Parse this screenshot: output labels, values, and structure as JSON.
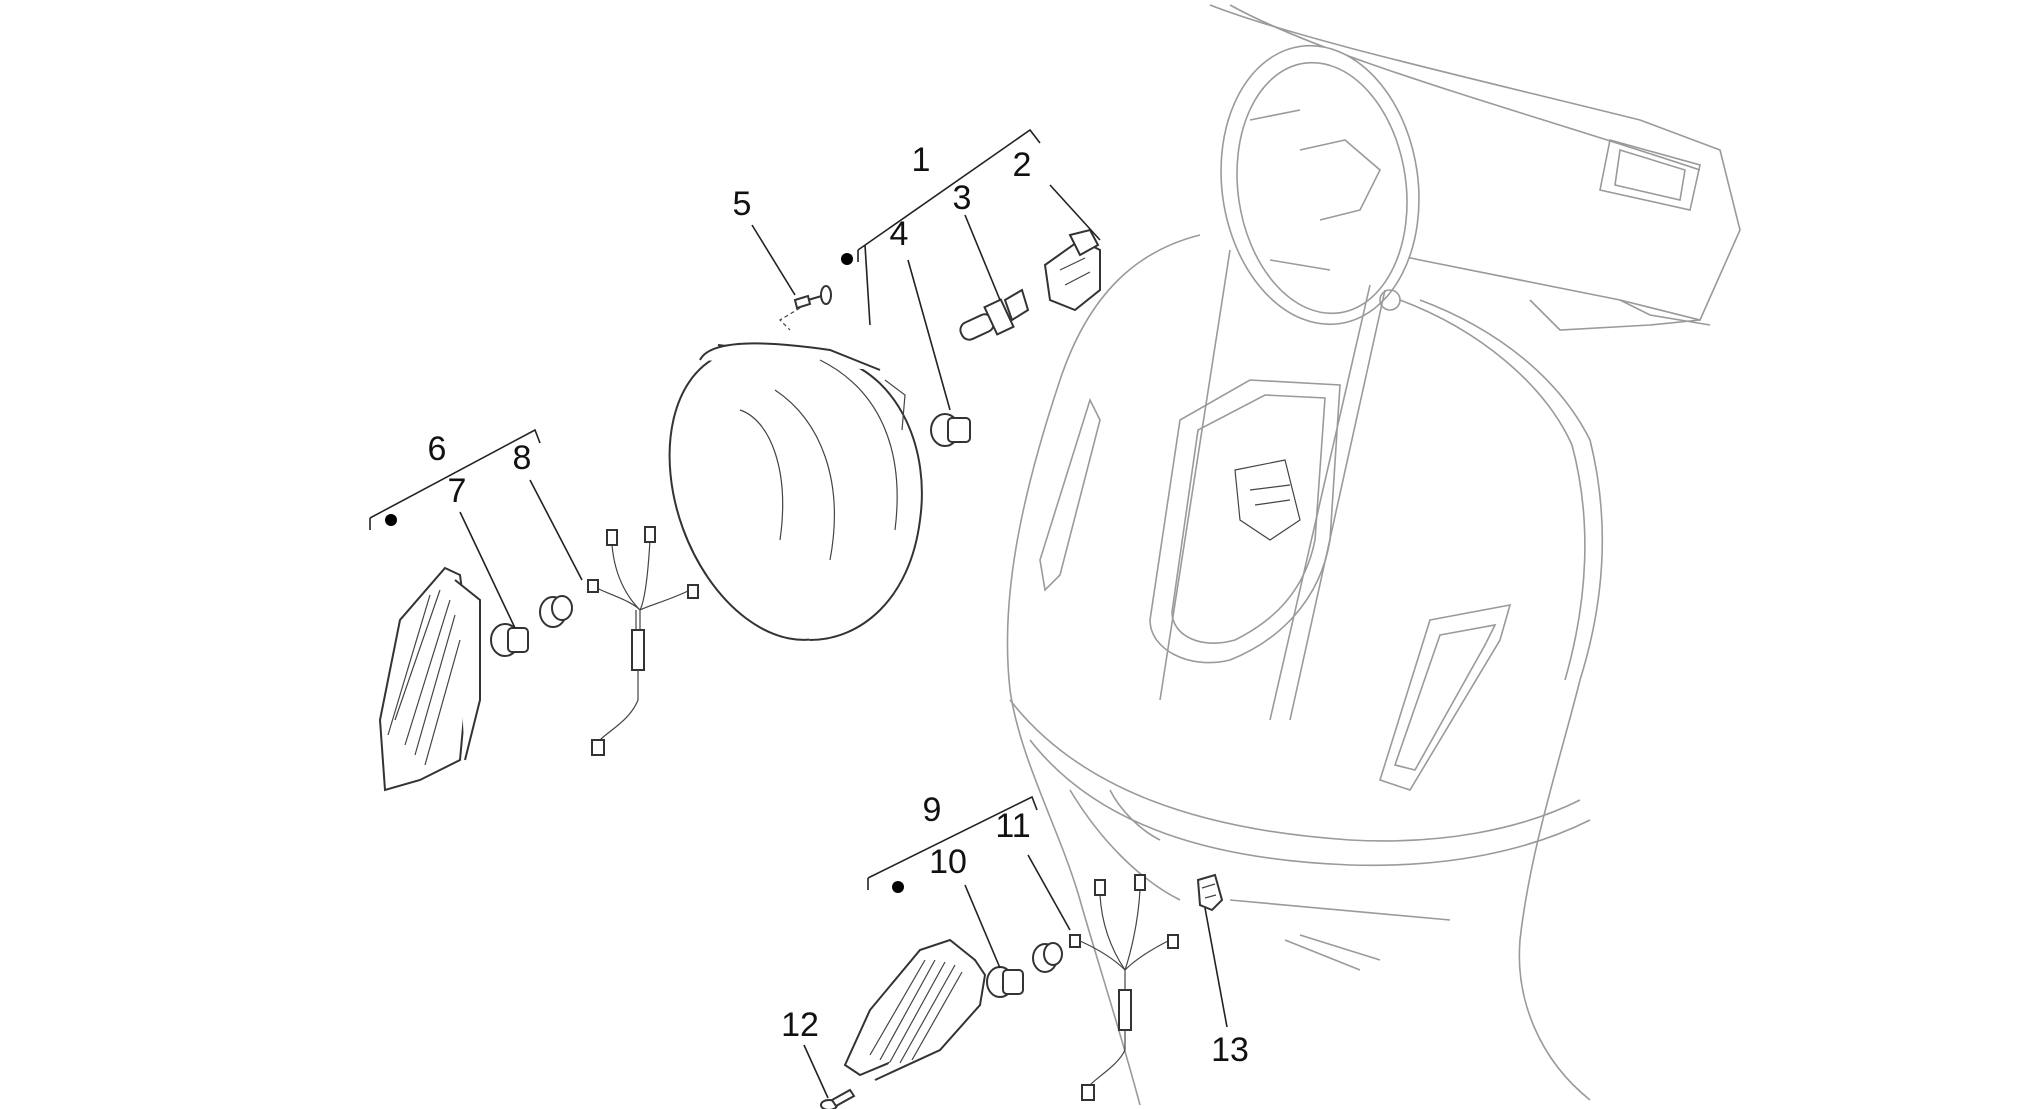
{
  "diagram": {
    "colors": {
      "line": "#222222",
      "ghost": "#9a9a9a",
      "text": "#111111"
    },
    "callouts": [
      {
        "id": "c1",
        "label": "1"
      },
      {
        "id": "c2",
        "label": "2"
      },
      {
        "id": "c3",
        "label": "3"
      },
      {
        "id": "c4",
        "label": "4"
      },
      {
        "id": "c5",
        "label": "5"
      },
      {
        "id": "c6",
        "label": "6"
      },
      {
        "id": "c7",
        "label": "7"
      },
      {
        "id": "c8",
        "label": "8"
      },
      {
        "id": "c9",
        "label": "9"
      },
      {
        "id": "c10",
        "label": "10"
      },
      {
        "id": "c11",
        "label": "11"
      },
      {
        "id": "c12",
        "label": "12"
      },
      {
        "id": "c13",
        "label": "13"
      }
    ]
  }
}
